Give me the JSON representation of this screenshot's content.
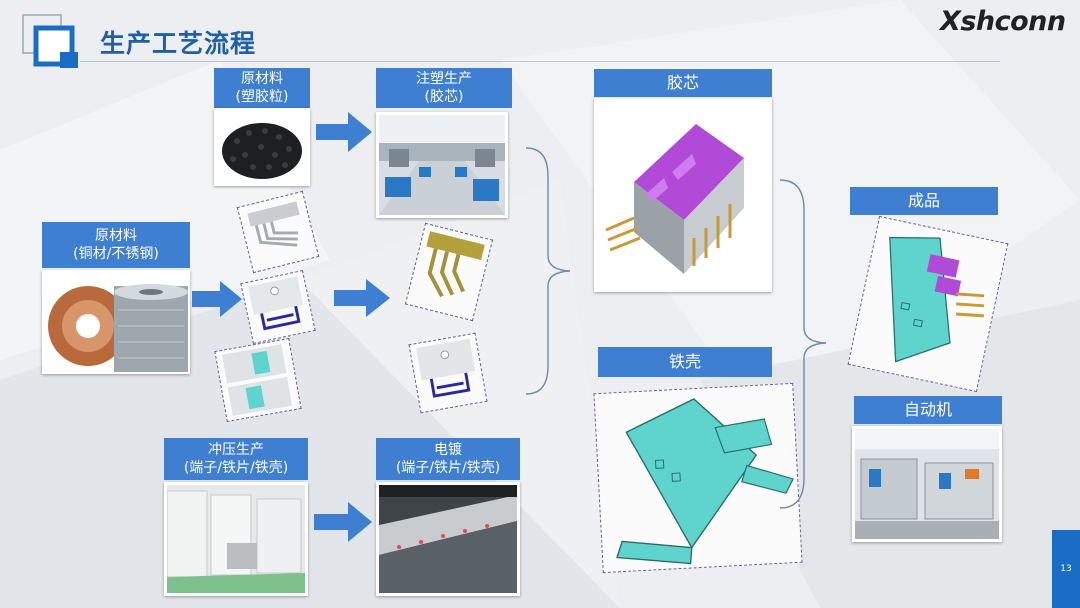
{
  "header": {
    "title": "生产工艺流程",
    "brand": "Xshconn",
    "page_number": "13"
  },
  "steps": {
    "raw_pellets": {
      "line1": "原材料",
      "line2": "(塑胶粒)"
    },
    "injection": {
      "line1": "注塑生产",
      "line2": "(胶芯)"
    },
    "raw_metal": {
      "line1": "原材料",
      "line2": "(铜材/不锈钢)"
    },
    "stamping": {
      "line1": "冲压生产",
      "line2": "(端子/铁片/铁壳)"
    },
    "plating": {
      "line1": "电镀",
      "line2": "(端子/铁片/铁壳)"
    },
    "core": {
      "line1": "胶芯"
    },
    "shell": {
      "line1": "铁壳"
    },
    "finished": {
      "line1": "成品"
    },
    "automation": {
      "line1": "自动机"
    }
  },
  "colors": {
    "accent": "#3f7fd1",
    "title": "#1f5fa8",
    "shell": "#5fd4cc",
    "core": "#b14ad6",
    "pin": "#c89a3a"
  }
}
